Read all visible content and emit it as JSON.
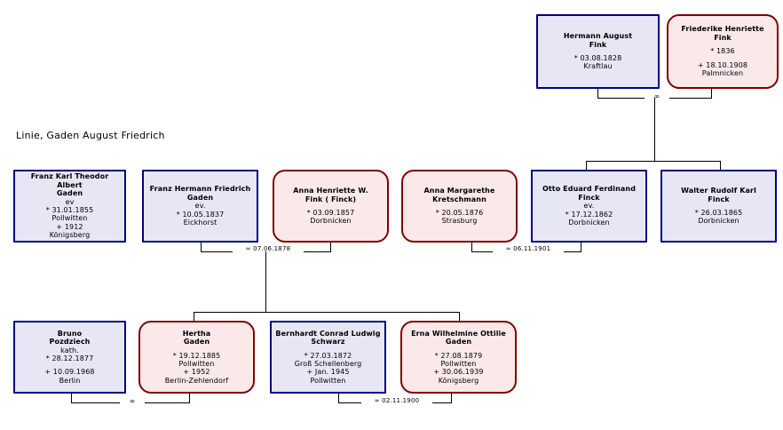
{
  "title": "Linie, Gaden August Friedrich",
  "symbols": {
    "birth": "*",
    "death": "+",
    "marriage": "∞"
  },
  "colors": {
    "male_border": "#000080",
    "male_fill": "#e6e6f5",
    "female_border": "#800000",
    "female_fill": "#fbe9e9",
    "connector": "#000000",
    "background": "#ffffff"
  },
  "generations": [
    {
      "name": "grandparents",
      "people": [
        {
          "id": "hermann-august-fink",
          "sex": "male",
          "name_line1": "Hermann August",
          "name_line2": "Fink",
          "religion": "",
          "birth": "* 03.08.1828",
          "birth_place": "Kraftlau",
          "death": "",
          "death_place": ""
        },
        {
          "id": "friederike-henriette-fink",
          "sex": "female",
          "name_line1": "Friederike Henriette",
          "name_line2": "Fink",
          "religion": "",
          "birth": "* 1836",
          "birth_place": "",
          "death": "+ 18.10.1908",
          "death_place": "Palmnicken"
        }
      ],
      "marriage_label": "∞"
    },
    {
      "name": "parents",
      "people": [
        {
          "id": "franz-karl-theodor-albert-gaden",
          "sex": "male",
          "name_line1": "Franz Karl Theodor  Albert",
          "name_line2": "Gaden",
          "religion": "ev",
          "birth": "* 31.01.1855",
          "birth_place": "Pollwitten",
          "death": "+ 1912",
          "death_place": "Königsberg"
        },
        {
          "id": "franz-hermann-friedrich-gaden",
          "sex": "male",
          "name_line1": "Franz Hermann Friedrich",
          "name_line2": "Gaden",
          "religion": "ev.",
          "birth": "* 10.05.1837",
          "birth_place": "Eickhorst",
          "death": "",
          "death_place": ""
        },
        {
          "id": "anna-henriette-w-fink",
          "sex": "female",
          "name_line1": "Anna Henriette W.",
          "name_line2": "Fink ( Finck)",
          "religion": "",
          "birth": "* 03.09.1857",
          "birth_place": "Dorbnicken",
          "death": "",
          "death_place": ""
        },
        {
          "id": "anna-margarethe-kretschmann",
          "sex": "female",
          "name_line1": "Anna Margarethe",
          "name_line2": "Kretschmann",
          "religion": "",
          "birth": "* 20.05.1876",
          "birth_place": "Strasburg",
          "death": "",
          "death_place": ""
        },
        {
          "id": "otto-eduard-ferdinand-finck",
          "sex": "male",
          "name_line1": "Otto Eduard Ferdinand",
          "name_line2": "Finck",
          "religion": "ev.",
          "birth": "* 17.12.1862",
          "birth_place": "Dorbnicken",
          "death": "",
          "death_place": ""
        },
        {
          "id": "walter-rudolf-karl-finck",
          "sex": "male",
          "name_line1": "Walter Rudolf Karl",
          "name_line2": "Finck",
          "religion": "",
          "birth": "* 26.03.1865",
          "birth_place": "Dorbnicken",
          "death": "",
          "death_place": ""
        }
      ],
      "marriage_labels": [
        "∞ 07.06.1878",
        "∞ 06.11.1901"
      ]
    },
    {
      "name": "children",
      "people": [
        {
          "id": "bruno-pozdziech",
          "sex": "male",
          "name_line1": "Bruno",
          "name_line2": "Pozdziech",
          "religion": "kath.",
          "birth": "* 28.12.1877",
          "birth_place": "",
          "death": "+ 10.09.1968",
          "death_place": "Berlin"
        },
        {
          "id": "hertha-gaden",
          "sex": "female",
          "name_line1": "Hertha",
          "name_line2": "Gaden",
          "religion": "",
          "birth": "* 19.12.1885",
          "birth_place": "Pollwitten",
          "death": "+ 1952",
          "death_place": "Berlin-Zehlendorf"
        },
        {
          "id": "bernhardt-conrad-ludwig-schwarz",
          "sex": "male",
          "name_line1": "Bernhardt Conrad Ludwig",
          "name_line2": "Schwarz",
          "religion": "",
          "birth": "* 27.03.1872",
          "birth_place": "Groß Schellenberg",
          "death": "+ Jan. 1945",
          "death_place": "Pollwitten"
        },
        {
          "id": "erna-wilhelmine-ottilie-gaden",
          "sex": "female",
          "name_line1": "Erna Wilhelmine Ottilie",
          "name_line2": "Gaden",
          "religion": "",
          "birth": "* 27.08.1879",
          "birth_place": "Pollwitten",
          "death": "+ 30.06.1939",
          "death_place": "Königsberg"
        }
      ],
      "marriage_labels": [
        "∞",
        "∞ 02.11.1900"
      ]
    }
  ]
}
